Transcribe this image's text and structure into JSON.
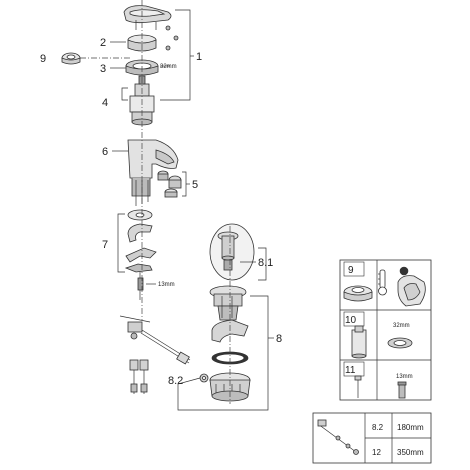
{
  "callouts": {
    "c1": "1",
    "c2": "2",
    "c3": "3",
    "c4": "4",
    "c5": "5",
    "c6": "6",
    "c7": "7",
    "c8": "8",
    "c81": "8.1",
    "c82": "8.2",
    "c9": "9"
  },
  "dimensions": {
    "d32": "32mm",
    "d13": "13mm"
  },
  "spares_table": {
    "cells": [
      {
        "number": "9",
        "dimension": ""
      },
      {
        "number": "10",
        "dimension": "32mm"
      },
      {
        "number": "11",
        "dimension": "13mm"
      }
    ]
  },
  "sizes_table": {
    "rows": [
      {
        "key": "8.2",
        "value": "180mm"
      },
      {
        "key": "12",
        "value": "350mm"
      }
    ]
  }
}
